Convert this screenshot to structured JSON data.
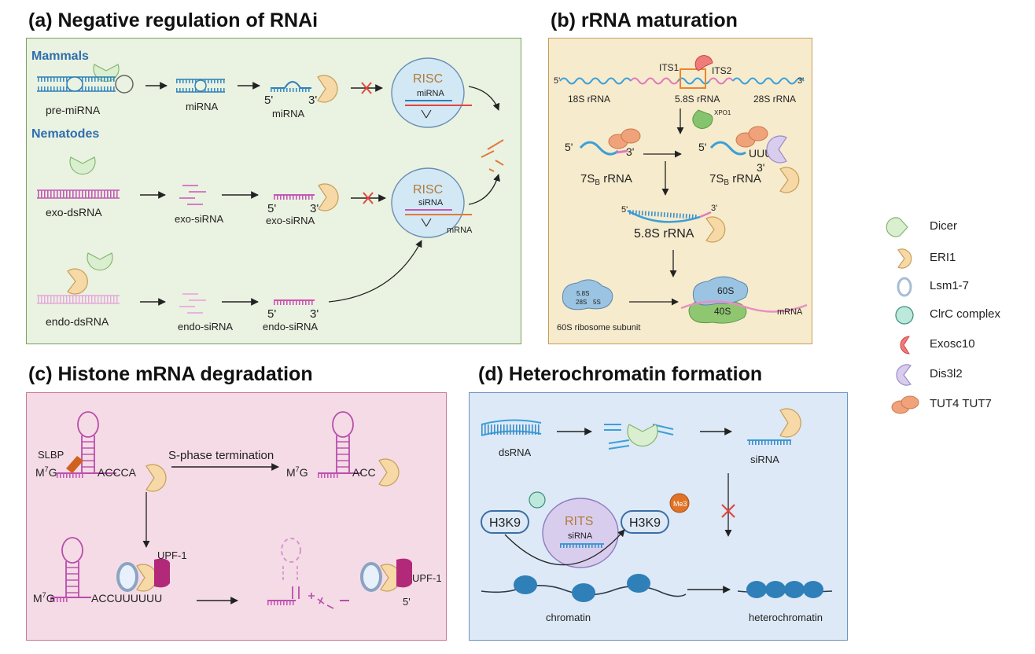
{
  "titles": {
    "a": "(a) Negative regulation of RNAi",
    "b": "(b) rRNA maturation",
    "c": "(c) Histone mRNA degradation",
    "d": "(d) Heterochromatin formation"
  },
  "panel_a": {
    "mammals": "Mammals",
    "nematodes": "Nematodes",
    "pre_mirna": "pre-miRNA",
    "mirna1": "miRNA",
    "mirna2": "miRNA",
    "risc1": "RISC",
    "risc1_mirna": "miRNA",
    "exo_dsrna": "exo-dsRNA",
    "exo_sirna1": "exo-siRNA",
    "exo_sirna2": "exo-siRNA",
    "risc2": "RISC",
    "risc2_sirna": "siRNA",
    "mrna": "mRNA",
    "endo_dsrna": "endo-dsRNA",
    "endo_sirna1": "endo-siRNA",
    "endo_sirna2": "endo-siRNA",
    "five": "5'",
    "three": "3'"
  },
  "panel_b": {
    "its1": "ITS1",
    "its2": "ITS2",
    "r18s": "18S rRNA",
    "r58s": "5.8S rRNA",
    "r28s": "28S rRNA",
    "xpo1": "XPO1",
    "r7sb_left": "7S",
    "r7sb_right": "7S",
    "sub_b": "B",
    "rrna": "rRNA",
    "uuuu": "UUUU",
    "r58s_mid": "5.8S rRNA",
    "sub58": "5.8S",
    "sub28": "28S",
    "sub5": "5S",
    "s60": "60S",
    "s40": "40S",
    "mrna": "mRNA",
    "ribosome": "60S ribosome subunit",
    "five": "5'",
    "three": "3'"
  },
  "panel_c": {
    "slbp": "SLBP",
    "m7g": "M",
    "sup7": "7",
    "g": "G",
    "accca": "ACCCA",
    "sphase": "S-phase termination",
    "acc": "ACC",
    "accuuuuuu": "ACCUUUUUU",
    "upf1_left": "UPF-1",
    "upf1_right": "UPF-1",
    "five": "5'"
  },
  "panel_d": {
    "dsrna": "dsRNA",
    "sirna": "siRNA",
    "h3k9_left": "H3K9",
    "h3k9_right": "H3K9",
    "rits": "RITS",
    "rits_sirna": "siRNA",
    "me3": "Me3",
    "chromatin": "chromatin",
    "heterochromatin": "heterochromatin"
  },
  "legend": [
    {
      "label": "Dicer",
      "icon": "dicer-icon",
      "color": "#d9efcf"
    },
    {
      "label": "ERI1",
      "icon": "eri1-icon",
      "color": "#f6d9a6"
    },
    {
      "label": "Lsm1-7",
      "icon": "lsm-icon",
      "color": "#e8f1fb"
    },
    {
      "label": "ClrC complex",
      "icon": "clrc-icon",
      "color": "#bde8dc"
    },
    {
      "label": "Exosc10",
      "icon": "exosc10-icon",
      "color": "#ef7b7b"
    },
    {
      "label": "Dis3l2",
      "icon": "dis3l2-icon",
      "color": "#d9cdee"
    },
    {
      "label": "TUT4  TUT7",
      "icon": "tut-icon",
      "color": "#f0a27a"
    }
  ]
}
